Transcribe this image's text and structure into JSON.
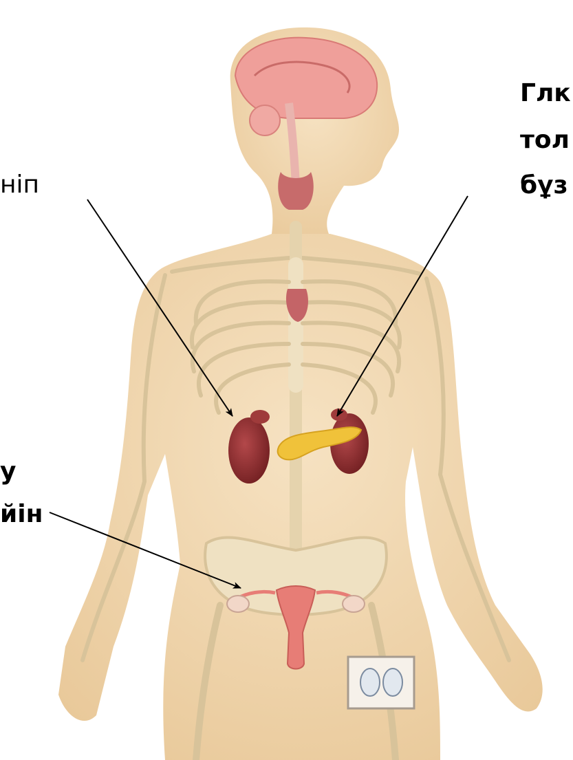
{
  "labels": {
    "top_left": "ніп",
    "top_right": [
      "Глк",
      "тол",
      "бұз"
    ],
    "bottom_left": [
      "у",
      "йін"
    ]
  },
  "inset": {
    "icon": "adrenal-gland-pair-icon"
  },
  "colors": {
    "background": "#ffffff",
    "skin": "#f3d9b1",
    "bone": "#efe1c2",
    "bone_edge": "#d8c39a",
    "brain": "#ef9f9a",
    "organ_red": "#8a2a2a",
    "pancreas": "#f0c23a",
    "uterus": "#e77d76",
    "arrow": "#000000"
  }
}
